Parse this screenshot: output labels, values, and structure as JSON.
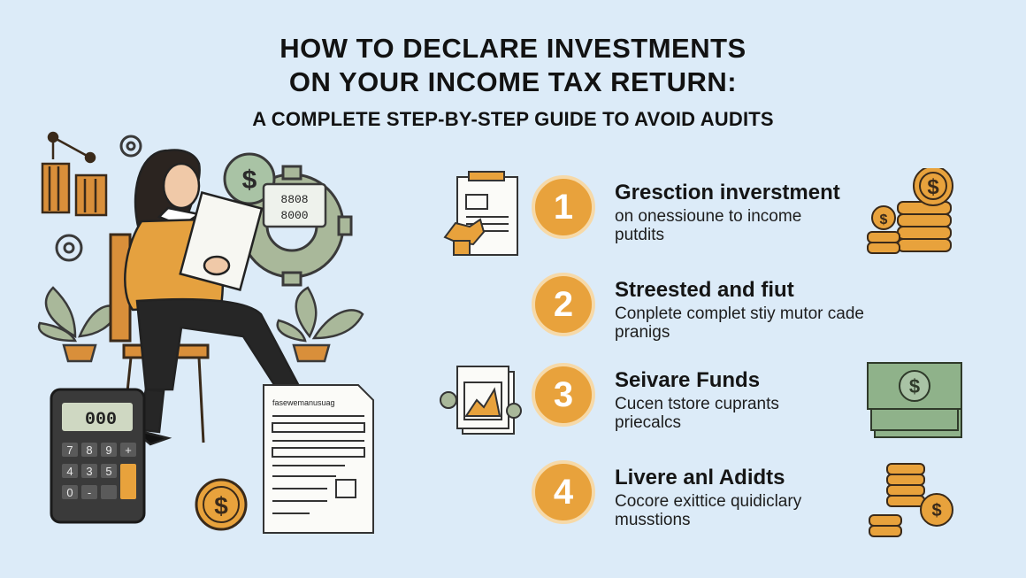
{
  "header": {
    "title_line1": "HOW TO DECLARE INVESTMENTS",
    "title_line2": "ON YOUR INCOME TAX RETURN:",
    "subtitle": "A COMPLETE STEP-BY-STEP GUIDE TO AVOID AUDITS"
  },
  "illustration": {
    "calculator_display": "000",
    "calculator_keys": [
      "7",
      "8",
      "9",
      "+",
      "4",
      "3",
      "5",
      "0",
      "-"
    ],
    "meter_line1": "8808",
    "meter_line2": "8000",
    "paper_heading": "fasewemanusuag",
    "coin_symbol": "$"
  },
  "steps": [
    {
      "number": "1",
      "title": "Gresction inverstment",
      "desc_line1": "on onessioune to income",
      "desc_line2": "putdits"
    },
    {
      "number": "2",
      "title": "Streested and fiut",
      "desc_line1": "Conplete complet stiy mutor cade",
      "desc_line2": "pranigs"
    },
    {
      "number": "3",
      "title": "Seivare Funds",
      "desc_line1": "Cucen tstore cuprants",
      "desc_line2": "priecalcs"
    },
    {
      "number": "4",
      "title": "Livere anl Adidts",
      "desc_line1": "Cocore exittice quidiclary",
      "desc_line2": "musstions"
    }
  ],
  "colors": {
    "background": "#dcebf8",
    "accent_orange": "#e8a23c",
    "money_green": "#8fb28a",
    "gear_green": "#a9b89a",
    "dark": "#2c2c2c"
  }
}
